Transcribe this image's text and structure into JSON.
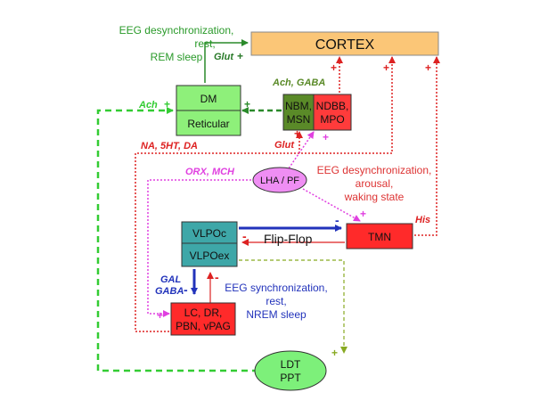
{
  "nodes": {
    "cortex": "CORTEX",
    "dm": "DM",
    "reticular": "Reticular",
    "nbm": [
      "NBM,",
      "MSN"
    ],
    "ndbb": [
      "NDBB,",
      "MPO"
    ],
    "lha": "LHA / PF",
    "vlpoc": "VLPOc",
    "vlpoex": "VLPOex",
    "tmn": "TMN",
    "lc": [
      "LC, DR,",
      "PBN, vPAG"
    ],
    "ldt": [
      "LDT",
      "PPT"
    ]
  },
  "labels": {
    "eeg_top": [
      "EEG desynchronization,",
      "rest,",
      "REM sleep"
    ],
    "glut_top": "Glut",
    "ach_gaba": "Ach, GABA",
    "ach": "Ach",
    "na_5ht_da": "NA, 5HT, DA",
    "glut_mid": "Glut",
    "orx_mch": "ORX, MCH",
    "eeg_mid": [
      "EEG desynchronization,",
      "arousal,",
      "waking state"
    ],
    "his": "His",
    "flip_flop": "Flip-Flop",
    "gal_gaba": [
      "GAL",
      "GABA"
    ],
    "eeg_bottom": [
      "EEG synchronization,",
      "rest,",
      "NREM sleep"
    ]
  },
  "signs": {
    "plus": "+",
    "minus": "-"
  },
  "colors": {
    "cortex": "#fbc677",
    "dm": "#8ef07a",
    "nbm": "#5a8a28",
    "ndbb": "#ff3b3b",
    "lha": "#ef8ef3",
    "vlpo": "#3ea7a8",
    "tmn": "#ff2a2a",
    "lc": "#ff2a2a",
    "ldt": "#7df07a",
    "green_line": "#33cc33",
    "red_line": "#dd2222",
    "pink_line": "#e040e0",
    "blue_line": "#2233bb",
    "olive_line": "#88aa22"
  }
}
